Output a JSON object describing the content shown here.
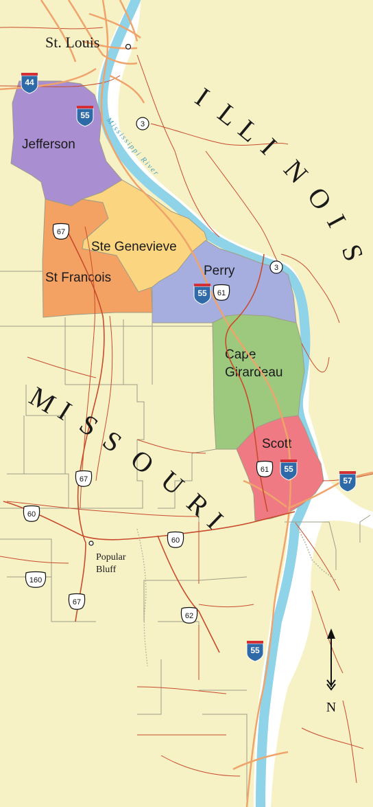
{
  "colors": {
    "land": "#f7f1c6",
    "water": "#8fd3e8",
    "county_border": "#9d9d85",
    "road": "#c84b2b",
    "highway": "#eea46a",
    "jefferson": "#a98ed1",
    "st_francois": "#f4a263",
    "ste_genevieve": "#fcd581",
    "perry": "#a6aee0",
    "cape_girardeau": "#9dc97f",
    "scott": "#f07a83",
    "interstate_blue": "#2f6aa8",
    "interstate_red": "#d42f35"
  },
  "counties": {
    "jefferson": "Jefferson",
    "st_francois": "St Francois",
    "ste_genevieve": "Ste Genevieve",
    "perry": "Perry",
    "cape_girardeau_line1": "Cape",
    "cape_girardeau_line2": "Girardeau",
    "scott": "Scott"
  },
  "cities": {
    "st_louis": "St. Louis",
    "popular_bluff_line1": "Popular",
    "popular_bluff_line2": "Bluff"
  },
  "states": {
    "illinois": "ILLINOIS",
    "missouri": "MISSOURI"
  },
  "river": "Mississippi River",
  "routes": {
    "i44": "44",
    "i55_north": "55",
    "i55_mid": "55",
    "i55_scott": "55",
    "i55_south": "55",
    "i57": "57",
    "il3_north": "3",
    "il3_mid": "3",
    "us67_north": "67",
    "us67_mid": "67",
    "us67_south": "67",
    "us61_perry": "61",
    "us61_scott": "61",
    "us60_west": "60",
    "us60_east": "60",
    "us160": "160",
    "us62": "62"
  },
  "compass": {
    "label": "N"
  }
}
